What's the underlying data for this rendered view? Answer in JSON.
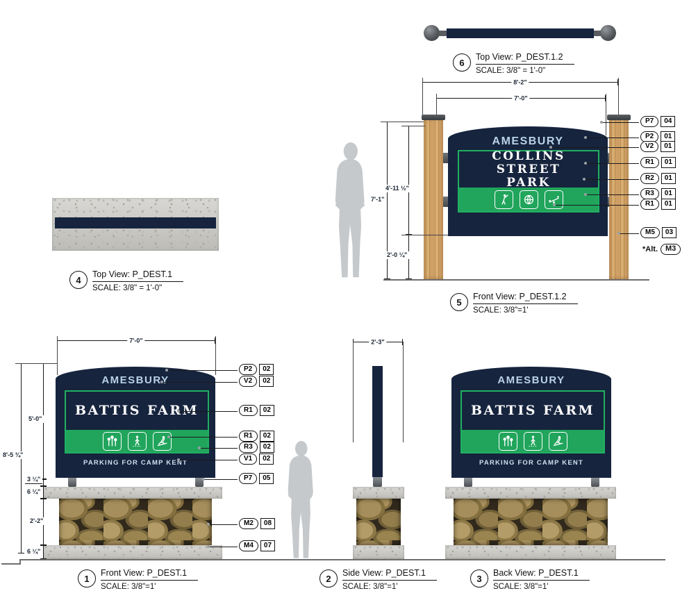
{
  "palette": {
    "navy": "#16243e",
    "green": "#21a55c",
    "green_border": "#21b061",
    "light_blue": "#b9d2e6",
    "wood": "#cfa066",
    "figure_gray": "#c5c9cc"
  },
  "v6": {
    "num": "6",
    "title": "Top View: P_DEST.1.2",
    "scale": "SCALE: 3/8\" = 1'-0\""
  },
  "v5": {
    "num": "5",
    "title": "Front View: P_DEST.1.2",
    "scale": "SCALE: 3/8\"=1'",
    "sign": {
      "city": "AMESBURY",
      "line1": "COLLINS STREET",
      "line2": "PARK"
    },
    "icons": [
      "golfer-icon",
      "basketball-icon",
      "seesaw-icon"
    ],
    "dims": {
      "w_outer": "8'-2\"",
      "w_inner": "7'-0\"",
      "h_total": "7'-1\"",
      "h_sign": "4'-11 ½\"",
      "h_bottom": "2'-0 ¼\""
    },
    "callouts": [
      {
        "code": "P7",
        "num": "04"
      },
      {
        "code": "P2",
        "num": "01"
      },
      {
        "code": "V2",
        "num": "01"
      },
      {
        "code": "R1",
        "num": "01"
      },
      {
        "code": "R2",
        "num": "01"
      },
      {
        "code": "R3",
        "num": "01"
      },
      {
        "code": "R1",
        "num": "01"
      },
      {
        "code": "M5",
        "num": "03"
      }
    ],
    "alt_label": "*Alt.",
    "alt_code": "M3"
  },
  "v4": {
    "num": "4",
    "title": "Top View: P_DEST.1",
    "scale": "SCALE: 3/8\" = 1'-0\""
  },
  "v1": {
    "num": "1",
    "title": "Front View: P_DEST.1",
    "scale": "SCALE: 3/8\"=1'",
    "sign": {
      "city": "AMESBURY",
      "name": "BATTIS FARM",
      "footer": "PARKING FOR CAMP KENT"
    },
    "icons": [
      "trees-icon",
      "walker-icon",
      "skier-icon"
    ],
    "dims": {
      "w": "7'-0\"",
      "h_total": "8'-5 ¾\"",
      "h_sign": "5'-0\"",
      "gap": "3 ¼\"",
      "cap": "6 ¼\"",
      "base": "2'-2\"",
      "bottom": "6 ¼\""
    },
    "callouts": [
      {
        "code": "P2",
        "num": "02"
      },
      {
        "code": "V2",
        "num": "02"
      },
      {
        "code": "R1",
        "num": "02"
      },
      {
        "code": "R1",
        "num": "02"
      },
      {
        "code": "R3",
        "num": "02"
      },
      {
        "code": "V1",
        "num": "02"
      },
      {
        "code": "P7",
        "num": "05"
      },
      {
        "code": "M2",
        "num": "08"
      },
      {
        "code": "M4",
        "num": "07"
      }
    ]
  },
  "v2": {
    "num": "2",
    "title": "Side View: P_DEST.1",
    "scale": "SCALE: 3/8\"=1'",
    "dims": {
      "w": "2'-3\""
    }
  },
  "v3": {
    "num": "3",
    "title": "Back View: P_DEST.1",
    "scale": "SCALE: 3/8\"=1'",
    "sign": {
      "city": "AMESBURY",
      "name": "BATTIS FARM",
      "footer": "PARKING FOR CAMP KENT"
    }
  }
}
